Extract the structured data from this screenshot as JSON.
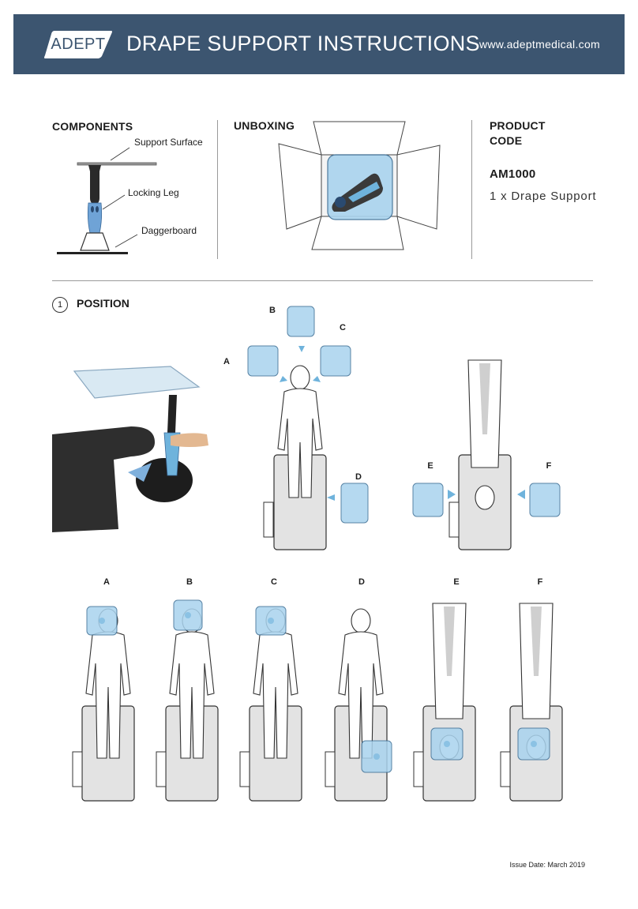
{
  "header": {
    "logo_text": "ADEPT",
    "title": "DRAPE SUPPORT INSTRUCTIONS",
    "url": "www.adeptmedical.com",
    "background_color": "#3c5570"
  },
  "components": {
    "heading": "COMPONENTS",
    "labels": {
      "support_surface": "Support Surface",
      "locking_leg": "Locking Leg",
      "daggerboard": "Daggerboard"
    }
  },
  "unboxing": {
    "heading": "UNBOXING"
  },
  "product": {
    "heading_line1": "PRODUCT",
    "heading_line2": "CODE",
    "code": "AM1000",
    "description": "1 x Drape Support"
  },
  "position": {
    "step_number": "1",
    "title": "POSITION",
    "overview_labels": [
      "A",
      "B",
      "C",
      "D",
      "E",
      "F"
    ],
    "view_labels": [
      "A",
      "B",
      "C",
      "D",
      "E",
      "F"
    ],
    "accent_color": "#6fb3dc"
  },
  "footer": {
    "issue_date": "Issue Date: March 2019"
  }
}
